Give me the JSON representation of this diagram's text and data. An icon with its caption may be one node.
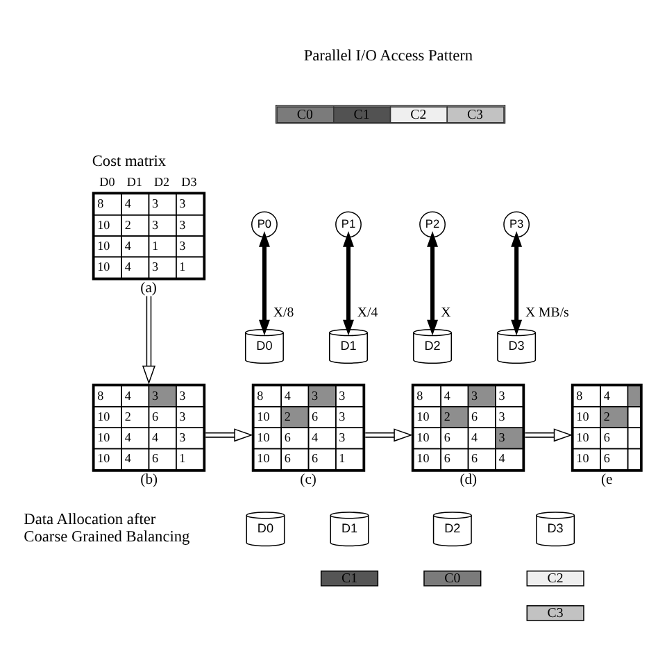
{
  "diagram": {
    "nodes": [
      {
        "text": [
          "Cost matrix",
          "D0",
          "D1",
          "D2",
          "D3",
          "8",
          "4",
          "3",
          "3",
          "10",
          "2",
          "3",
          "3",
          "10",
          "4",
          "1",
          "3",
          "10",
          "4",
          "3",
          "1"
        ],
        "beside": [
          "(a)"
        ]
      },
      {
        "text": [
          "C0",
          "C1",
          "C2",
          "C3"
        ]
      },
      {
        "text": [
          "P0"
        ]
      },
      {
        "text": [
          "P1"
        ]
      },
      {
        "text": [
          "P2"
        ]
      },
      {
        "text": [
          "P3"
        ]
      },
      {
        "text": [
          "D0"
        ]
      },
      {
        "text": [
          "D1"
        ]
      },
      {
        "text": [
          "D2"
        ]
      },
      {
        "text": [
          "D3"
        ]
      },
      {
        "text": [
          "8",
          "4",
          "3",
          "3",
          "10",
          "2",
          "6",
          "3",
          "10",
          "4",
          "4",
          "3",
          "10",
          "4",
          "6",
          "1"
        ],
        "beside": [
          "(b)"
        ]
      },
      {
        "text": [
          "8",
          "4",
          "3",
          "3",
          "10",
          "2",
          "6",
          "3",
          "10",
          "6",
          "4",
          "3",
          "10",
          "6",
          "6",
          "1"
        ],
        "beside": [
          "(c)"
        ]
      },
      {
        "text": [
          "8",
          "4",
          "3",
          "3",
          "10",
          "2",
          "6",
          "3",
          "10",
          "6",
          "4",
          "3",
          "10",
          "6",
          "6",
          "4"
        ],
        "beside": [
          "(d)"
        ]
      },
      {
        "text": [
          "8",
          "4",
          "10",
          "2",
          "10",
          "6",
          "10",
          "6"
        ],
        "beside": [
          "(e"
        ]
      },
      {
        "text": [
          "D0"
        ]
      },
      {
        "text": [
          "D1"
        ]
      },
      {
        "text": [
          "D2"
        ]
      },
      {
        "text": [
          "D3"
        ]
      },
      {
        "text": [
          "C1"
        ]
      },
      {
        "text": [
          "C0"
        ]
      },
      {
        "text": [
          "C2"
        ]
      },
      {
        "text": [
          "C3"
        ]
      }
    ],
    "edges": [
      {
        "from": 0,
        "to": 10,
        "arrow": "to"
      },
      {
        "from": 10,
        "to": 11,
        "arrow": "to"
      },
      {
        "from": 11,
        "to": 12,
        "arrow": "to"
      },
      {
        "from": 12,
        "to": 13,
        "arrow": "to"
      },
      {
        "from": 2,
        "to": 6,
        "arrow": "both",
        "label": "X/8",
        "style": "thick"
      },
      {
        "from": 3,
        "to": 7,
        "arrow": "both",
        "label": "X/4",
        "style": "thick"
      },
      {
        "from": 4,
        "to": 8,
        "arrow": "both",
        "label": "X",
        "style": "thick"
      },
      {
        "from": 5,
        "to": 9,
        "arrow": "both",
        "label": "X MB/s",
        "style": "thick"
      }
    ],
    "labels": [
      "Parallel I/O Access Pattern",
      "Data Allocation after Coarse Grained Balancing"
    ]
  }
}
